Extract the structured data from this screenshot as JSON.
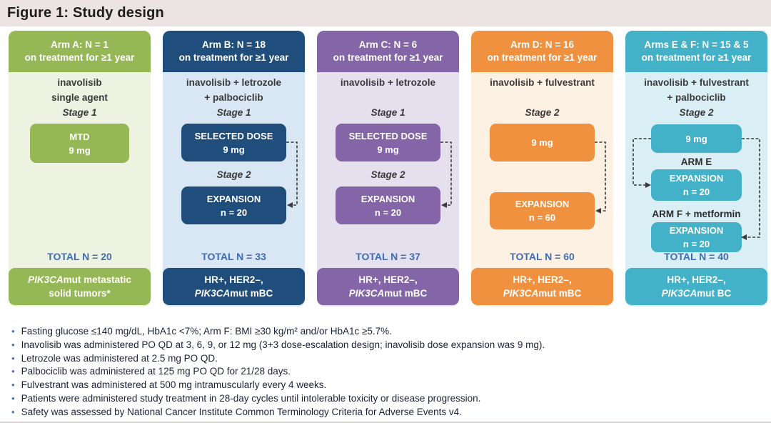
{
  "title": "Figure 1: Study design",
  "colors": {
    "title_bar_bg": "#ece4e2",
    "arm_a_main": "#96b755",
    "arm_a_light": "#eef2e0",
    "arm_b_main": "#1f4e7c",
    "arm_b_light": "#d9e6f4",
    "arm_c_main": "#8465a7",
    "arm_c_light": "#e5e0ee",
    "arm_d_main": "#f0913f",
    "arm_d_light": "#fdf1e4",
    "arm_ef_main": "#43b2c9",
    "arm_ef_light": "#daeef6",
    "total_n_text": "#3e6cb5",
    "footnote_bullet": "#4a72b8"
  },
  "arms": {
    "a": {
      "header1": "Arm A: N = 1",
      "header2": "on treatment for ≥1 year",
      "drug1": "inavolisib",
      "drug2": "single agent",
      "stage1_label": "Stage 1",
      "box1_line1": "MTD",
      "box1_line2": "9 mg",
      "total": "TOTAL N = 20",
      "footer_italic": "PIK3CA",
      "footer_after_italic": "mut metastatic",
      "footer_line2": "solid tumors*"
    },
    "b": {
      "header1": "Arm B: N = 18",
      "header2": "on treatment for ≥1 year",
      "drug1": "inavolisib + letrozole",
      "drug2": "+ palbociclib",
      "stage1_label": "Stage 1",
      "box1_line1": "SELECTED DOSE",
      "box1_line2": "9 mg",
      "stage2_label": "Stage 2",
      "box2_line1": "EXPANSION",
      "box2_line2": "n = 20",
      "total": "TOTAL N = 33",
      "footer_line1": "HR+, HER2–,",
      "footer_italic": "PIK3CA",
      "footer_after_italic": "mut mBC"
    },
    "c": {
      "header1": "Arm C: N = 6",
      "header2": "on treatment for ≥1 year",
      "drug1": "inavolisib + letrozole",
      "stage1_label": "Stage 1",
      "box1_line1": "SELECTED DOSE",
      "box1_line2": "9 mg",
      "stage2_label": "Stage 2",
      "box2_line1": "EXPANSION",
      "box2_line2": "n = 20",
      "total": "TOTAL N = 37",
      "footer_line1": "HR+, HER2–,",
      "footer_italic": "PIK3CA",
      "footer_after_italic": "mut mBC"
    },
    "d": {
      "header1": "Arm D: N = 16",
      "header2": "on treatment for ≥1 year",
      "drug1": "inavolisib + fulvestrant",
      "stage2_label": "Stage 2",
      "box1_line1": "9 mg",
      "box2_line1": "EXPANSION",
      "box2_line2": "n = 60",
      "total": "TOTAL N = 60",
      "footer_line1": "HR+, HER2–,",
      "footer_italic": "PIK3CA",
      "footer_after_italic": "mut mBC"
    },
    "ef": {
      "header1": "Arms E & F: N = 15 & 5",
      "header2": "on treatment for ≥1 year",
      "drug1": "inavolisib + fulvestrant",
      "drug2": "+ palbociclib",
      "stage2_label": "Stage 2",
      "box1_line1": "9 mg",
      "arm_e_label": "ARM E",
      "box_e_line1": "EXPANSION",
      "box_e_line2": "n = 20",
      "arm_f_label": "ARM F + metformin",
      "box_f_line1": "EXPANSION",
      "box_f_line2": "n = 20",
      "total": "TOTAL N = 40",
      "footer_line1": "HR+, HER2–,",
      "footer_italic": "PIK3CA",
      "footer_after_italic": "mut BC"
    }
  },
  "footnotes": [
    "Fasting glucose ≤140 mg/dL, HbA1c <7%; Arm F: BMI ≥30 kg/m² and/or HbA1c ≥5.7%.",
    "Inavolisib was administered PO QD at 3, 6, 9, or 12 mg (3+3 dose-escalation design; inavolisib dose expansion was 9 mg).",
    "Letrozole was administered at 2.5 mg PO QD.",
    "Palbociclib was administered at 125 mg PO QD for 21/28 days.",
    "Fulvestrant was administered at 500 mg intramuscularly every 4 weeks.",
    "Patients were administered study treatment in 28-day cycles until intolerable toxicity or disease progression.",
    "Safety was assessed by National Cancer Institute Common Terminology Criteria for Adverse Events v4."
  ],
  "bullet_glyph": "•"
}
